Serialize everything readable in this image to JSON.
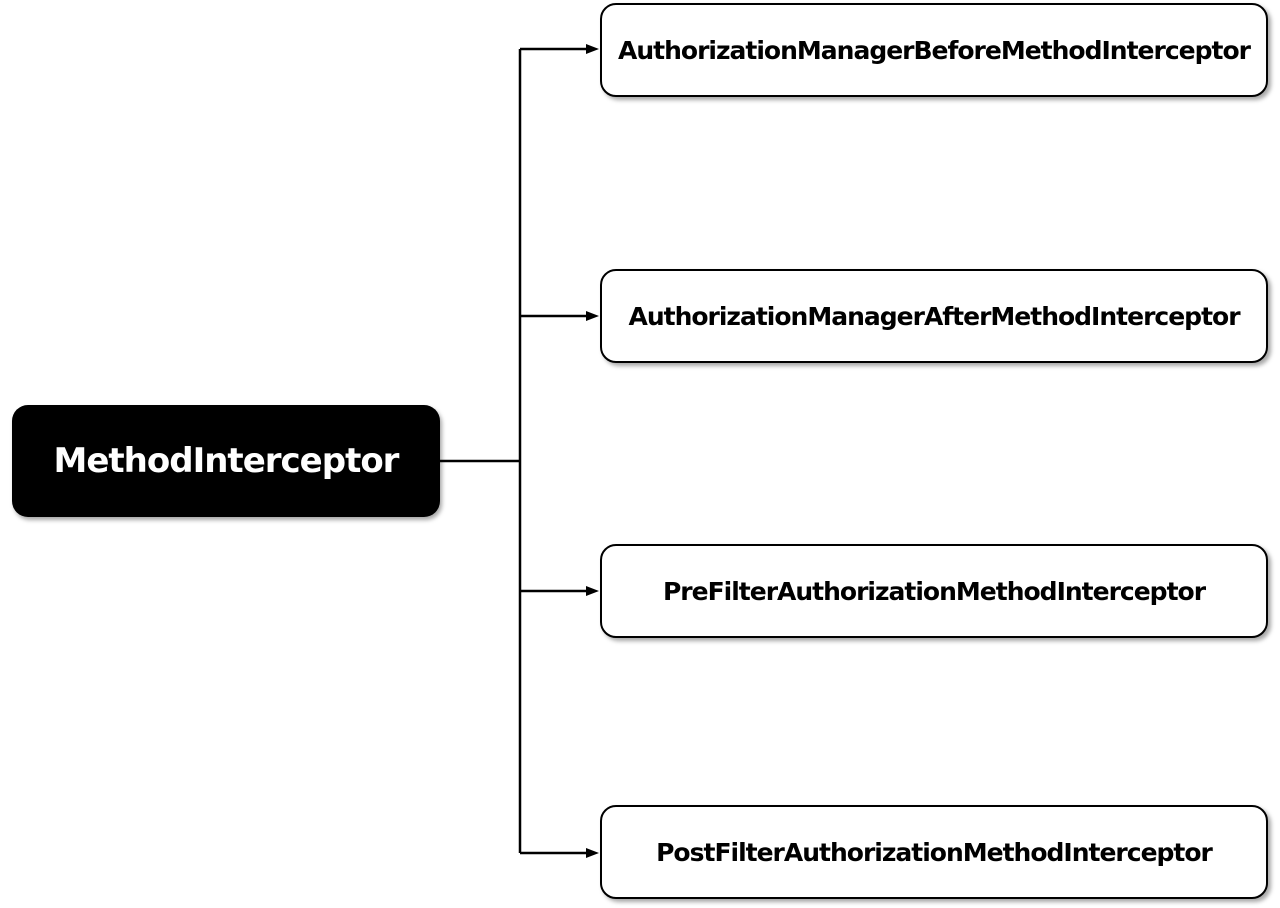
{
  "root": {
    "label": "MethodInterceptor"
  },
  "children": [
    {
      "label": "AuthorizationManagerBeforeMethodInterceptor"
    },
    {
      "label": "AuthorizationManagerAfterMethodInterceptor"
    },
    {
      "label": "PreFilterAuthorizationMethodInterceptor"
    },
    {
      "label": "PostFilterAuthorizationMethodInterceptor"
    }
  ],
  "colors": {
    "root_fill": "#000000",
    "root_text": "#ffffff",
    "child_fill": "#ffffff",
    "child_border": "#000000",
    "line": "#000000"
  }
}
